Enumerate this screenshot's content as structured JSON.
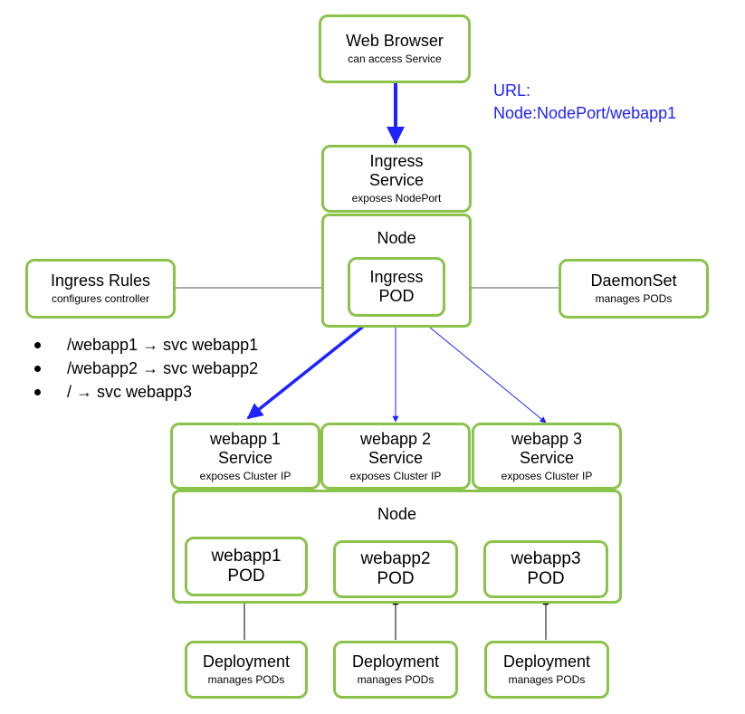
{
  "web_browser": {
    "title": "Web Browser",
    "subtitle": "can access Service"
  },
  "url_note": {
    "line1": "URL:",
    "line2": "Node:NodePort/webapp1"
  },
  "ingress_service": {
    "line1": "Ingress",
    "line2": "Service",
    "subtitle": "exposes NodePort"
  },
  "top_node": {
    "label": "Node"
  },
  "ingress_pod": {
    "line1": "Ingress",
    "line2": "POD"
  },
  "ingress_rules": {
    "title": "Ingress Rules",
    "subtitle": "configures controller"
  },
  "daemonset": {
    "title": "DaemonSet",
    "subtitle": "manages PODs"
  },
  "rules_list": [
    "/webapp1 → svc webapp1",
    "/webapp2 → svc webapp2",
    "/ → svc webapp3"
  ],
  "services": [
    {
      "line1": "webapp 1",
      "line2": "Service",
      "subtitle": "exposes Cluster IP"
    },
    {
      "line1": "webapp 2",
      "line2": "Service",
      "subtitle": "exposes Cluster IP"
    },
    {
      "line1": "webapp 3",
      "line2": "Service",
      "subtitle": "exposes Cluster IP"
    }
  ],
  "bottom_node": {
    "label": "Node"
  },
  "pods": [
    {
      "line1": "webapp1",
      "line2": "POD"
    },
    {
      "line1": "webapp2",
      "line2": "POD"
    },
    {
      "line1": "webapp3",
      "line2": "POD"
    }
  ],
  "deployments": [
    {
      "title": "Deployment",
      "subtitle": "manages PODs"
    },
    {
      "title": "Deployment",
      "subtitle": "manages PODs"
    },
    {
      "title": "Deployment",
      "subtitle": "manages PODs"
    }
  ],
  "colors": {
    "box_border": "#8bc34a",
    "accent_blue": "#1e22ff",
    "gray_line": "#555555"
  }
}
